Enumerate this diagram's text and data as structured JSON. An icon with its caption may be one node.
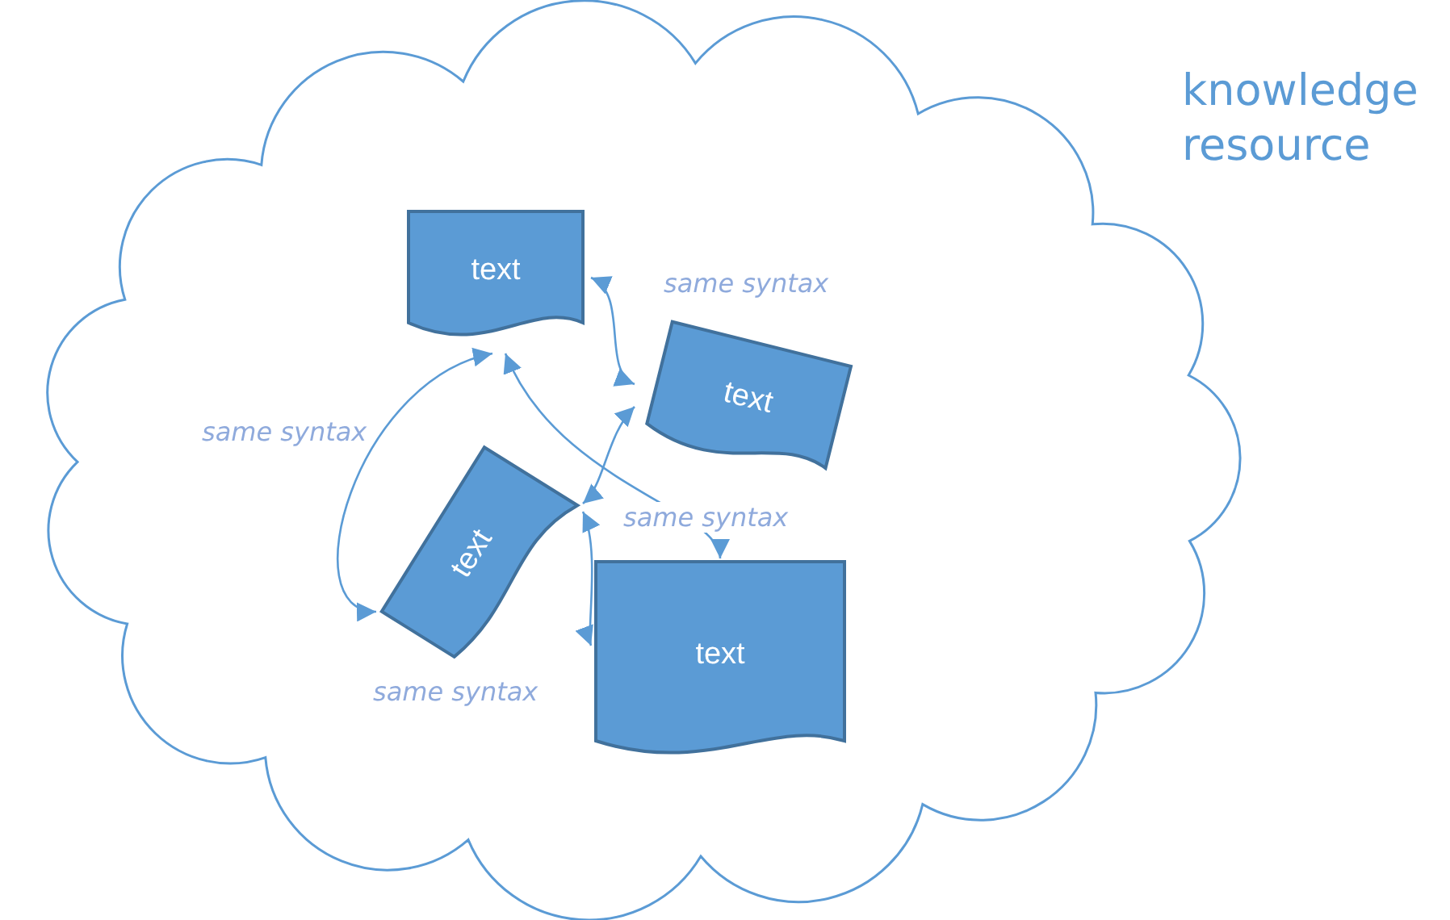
{
  "diagram": {
    "nodes": [
      {
        "text": [],
        "shape": "cloud",
        "beside": [
          "knowledge resource"
        ]
      },
      {
        "text": [
          "text"
        ],
        "in": 0
      },
      {
        "text": [
          "text"
        ],
        "in": 0
      },
      {
        "text": [
          "text"
        ],
        "in": 0
      },
      {
        "text": [
          "text"
        ],
        "in": 0
      }
    ],
    "edges": [
      {
        "from": 1,
        "to": 2,
        "arrow": "both",
        "label": "same syntax"
      },
      {
        "from": 1,
        "to": 3,
        "arrow": "both",
        "label": "same syntax"
      },
      {
        "from": 1,
        "to": 4,
        "arrow": "both",
        "label": "same syntax"
      },
      {
        "from": 2,
        "to": 3,
        "arrow": "both"
      },
      {
        "from": 3,
        "to": 4,
        "arrow": "both",
        "label": "same syntax"
      }
    ]
  }
}
